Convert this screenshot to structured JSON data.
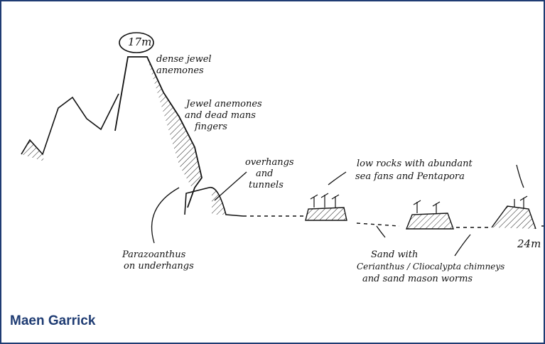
{
  "site_name": "Maen Garrick",
  "labels": {
    "depth_top": "17m",
    "top_a": "dense jewel",
    "top_b": "anemones",
    "slope_a": "Jewel anemones",
    "slope_b": "and dead mans",
    "slope_c": "fingers",
    "overhang_a": "overhangs",
    "overhang_b": "and",
    "overhang_c": "tunnels",
    "rocks_a": "low rocks with abundant",
    "rocks_b": "sea fans and Pentapora",
    "para_a": "Parazoanthus",
    "para_b": "on underhangs",
    "sand_a": "Sand with",
    "sand_b": "Cerianthus / Cliocalypta chimneys",
    "sand_c": "and sand mason worms",
    "depth_bottom": "24m"
  },
  "colors": {
    "border": "#1f3c73",
    "caption": "#1f3c73",
    "ink": "#111111"
  }
}
